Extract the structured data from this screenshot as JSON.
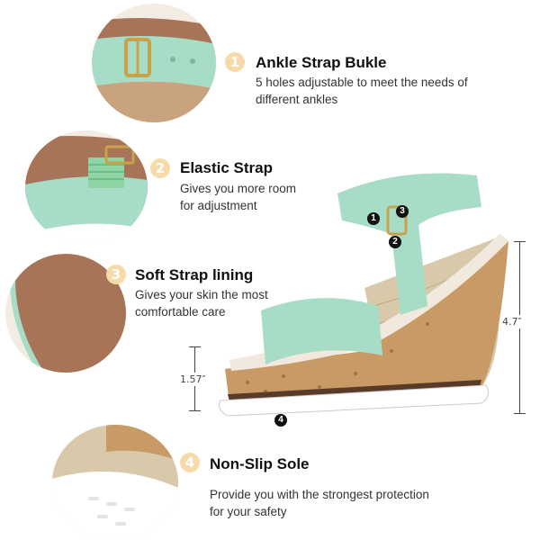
{
  "features": [
    {
      "number": "1",
      "title": "Ankle Strap Bukle",
      "desc_lines": [
        "5 holes adjustable to meet the needs of",
        "different ankles"
      ]
    },
    {
      "number": "2",
      "title": "Elastic Strap",
      "desc_lines": [
        "Gives you more room",
        "for adjustment"
      ]
    },
    {
      "number": "3",
      "title": "Soft Strap lining",
      "desc_lines": [
        "Gives your skin the most",
        "comfortable care"
      ]
    },
    {
      "number": "4",
      "title": "Non-Slip Sole",
      "desc_lines": [
        "Provide you with the strongest protection",
        "for your safety"
      ]
    }
  ],
  "markers": [
    "1",
    "2",
    "3",
    "4"
  ],
  "dimensions": {
    "total_height": "4.7″",
    "platform_height": "1.57″"
  },
  "colors": {
    "mint": "#a7dcc6",
    "badge": "#f6dba8",
    "cork": "#c89a66",
    "jute": "#d8c9aa",
    "brown_lining": "#a87458"
  }
}
